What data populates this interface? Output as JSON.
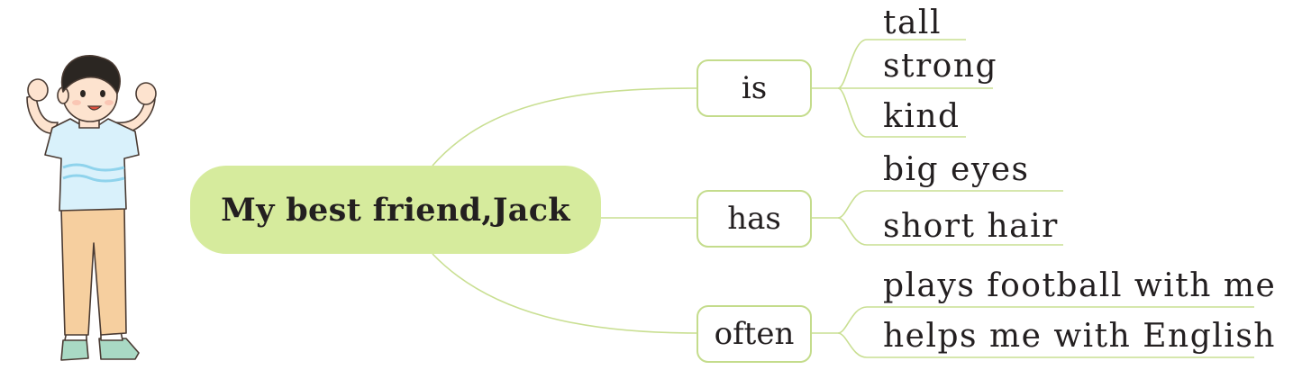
{
  "central_topic": "My best friend,Jack",
  "branches": [
    {
      "label": "is",
      "leaves": [
        "tall",
        "strong",
        "kind"
      ]
    },
    {
      "label": "has",
      "leaves": [
        "big eyes",
        "short hair"
      ]
    },
    {
      "label": "often",
      "leaves": [
        "plays football with me",
        "helps me with English"
      ]
    }
  ],
  "colors": {
    "central_fill": "#d6eb9d",
    "connector_line": "#c9df92",
    "node_border": "#c4dc8c",
    "text": "#231f20"
  },
  "illustration": "boy-flexing-arms"
}
